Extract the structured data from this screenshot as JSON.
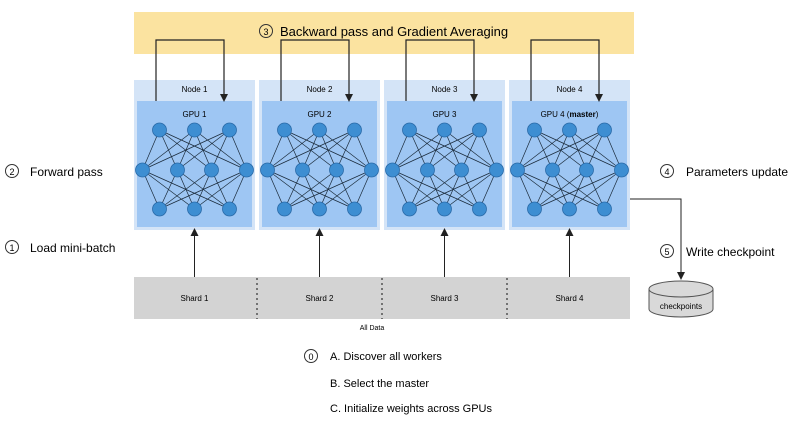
{
  "banner": {
    "step": "3",
    "label": "Backward pass and Gradient Averaging",
    "color": "#fbe3a0"
  },
  "steps": {
    "forward": {
      "num": "2",
      "label": "Forward pass"
    },
    "load": {
      "num": "1",
      "label": "Load mini-batch"
    },
    "update": {
      "num": "4",
      "label": "Parameters update"
    },
    "checkpoint": {
      "num": "5",
      "label": "Write checkpoint"
    },
    "init": {
      "num": "0",
      "items": [
        "A. Discover all workers",
        "B. Select the master",
        "C. Initialize weights across GPUs"
      ]
    }
  },
  "nodes": [
    {
      "node": "Node 1",
      "gpu": "GPU 1",
      "gpu_suffix": ""
    },
    {
      "node": "Node 2",
      "gpu": "GPU 2",
      "gpu_suffix": ""
    },
    {
      "node": "Node 3",
      "gpu": "GPU 3",
      "gpu_suffix": ""
    },
    {
      "node": "Node 4",
      "gpu": "GPU 4 (",
      "gpu_bold": "master",
      "gpu_suffix": ")"
    }
  ],
  "shards": [
    "Shard 1",
    "Shard 2",
    "Shard 3",
    "Shard 4"
  ],
  "all_data_label": "All Data",
  "checkpoint_label": "checkpoints",
  "colors": {
    "node_outer": "#d4e4f7",
    "gpu": "#9ec6f3",
    "neuron": "#3d8ed2",
    "data_strip": "#d3d3d3"
  }
}
